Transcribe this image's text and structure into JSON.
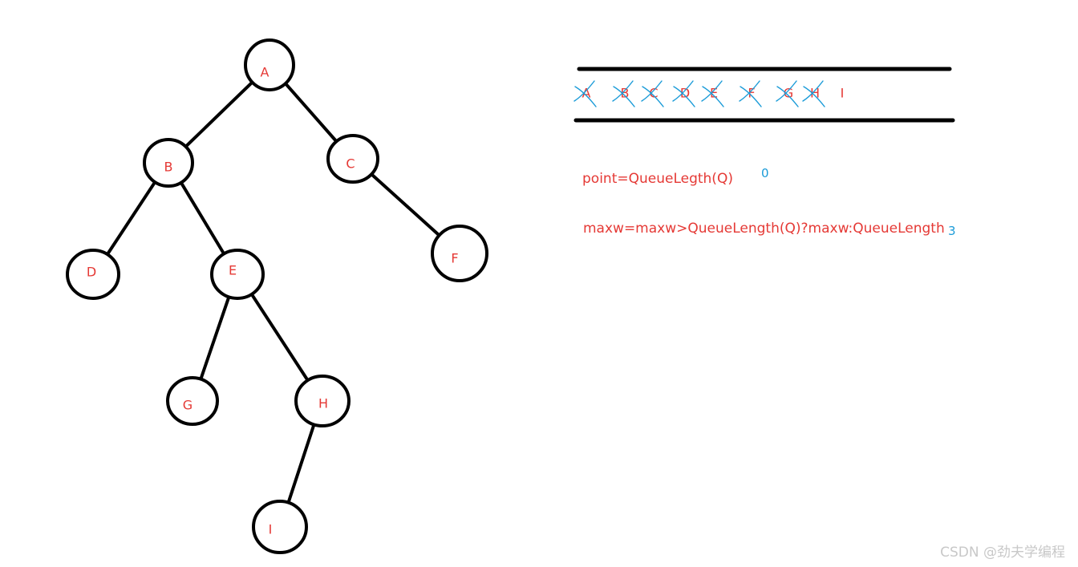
{
  "colors": {
    "label": "#e53935",
    "annotation": "#1a9bd8",
    "stroke": "#000000",
    "watermark": "#c8c8c8"
  },
  "tree": {
    "nodes": [
      {
        "id": "A",
        "label": "A"
      },
      {
        "id": "B",
        "label": "B"
      },
      {
        "id": "C",
        "label": "C"
      },
      {
        "id": "D",
        "label": "D"
      },
      {
        "id": "E",
        "label": "E"
      },
      {
        "id": "F",
        "label": "F"
      },
      {
        "id": "G",
        "label": "G"
      },
      {
        "id": "H",
        "label": "H"
      },
      {
        "id": "I",
        "label": "I"
      }
    ],
    "edges": [
      [
        "A",
        "B"
      ],
      [
        "A",
        "C"
      ],
      [
        "B",
        "D"
      ],
      [
        "B",
        "E"
      ],
      [
        "C",
        "F"
      ],
      [
        "E",
        "G"
      ],
      [
        "E",
        "H"
      ],
      [
        "H",
        "I"
      ]
    ]
  },
  "queue": {
    "items": [
      {
        "label": "A",
        "crossed": true
      },
      {
        "label": "B",
        "crossed": true
      },
      {
        "label": "C",
        "crossed": true
      },
      {
        "label": "D",
        "crossed": true
      },
      {
        "label": "E",
        "crossed": true
      },
      {
        "label": "F",
        "crossed": true
      },
      {
        "label": "G",
        "crossed": true
      },
      {
        "label": "H",
        "crossed": true
      },
      {
        "label": "I",
        "crossed": false
      }
    ]
  },
  "formulas": {
    "point": "point=QueueLegth(Q)",
    "point_value": "0",
    "maxw": "maxw=maxw>QueueLength(Q)?maxw:QueueLength",
    "maxw_value": "3"
  },
  "watermark": "CSDN @劲夫学编程"
}
